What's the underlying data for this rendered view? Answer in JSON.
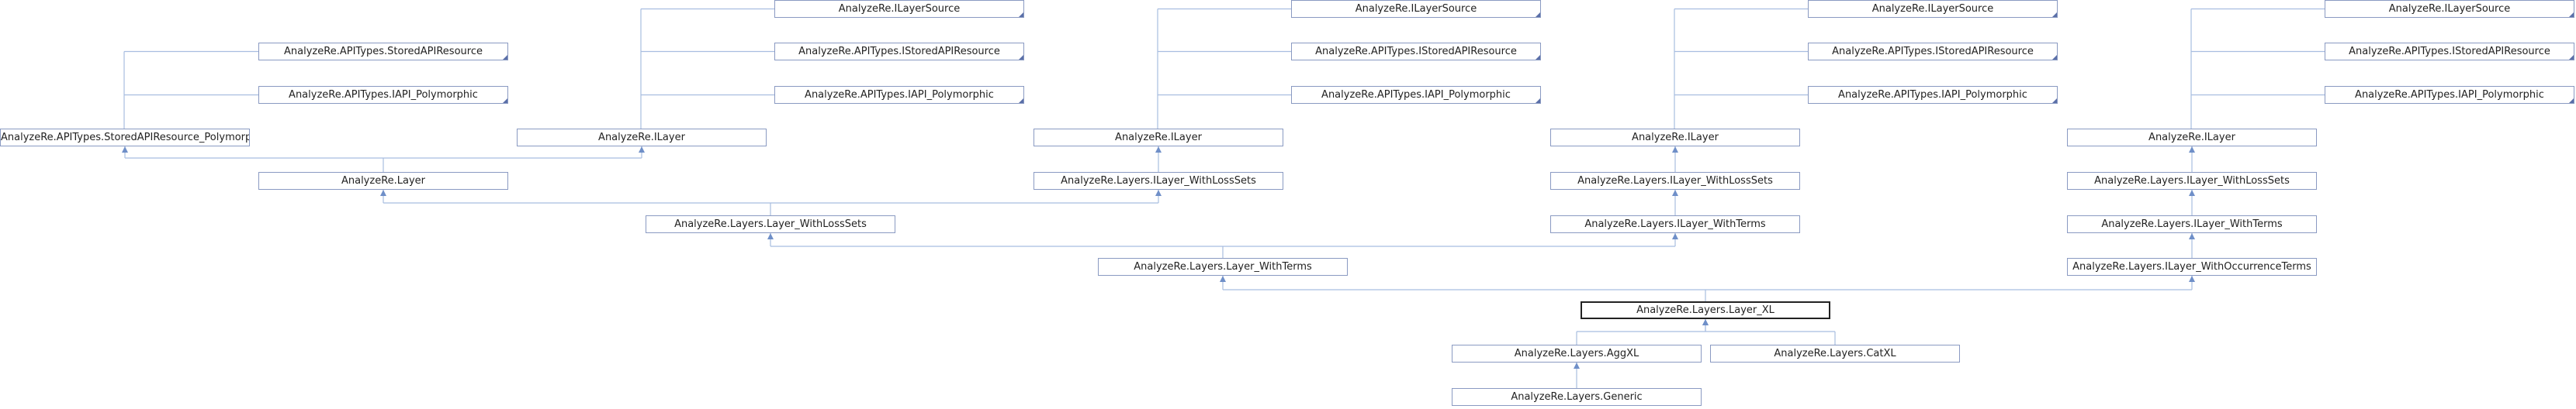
{
  "diagram": {
    "nodes": [
      {
        "id": "l1_srcA",
        "label": "AnalyzeRe.ILayerSource",
        "mark": true
      },
      {
        "id": "l1_storedA",
        "label": "AnalyzeRe.APITypes.IStoredAPIResource",
        "mark": true
      },
      {
        "id": "l1_polyA",
        "label": "AnalyzeRe.APITypes.IAPI_Polymorphic",
        "mark": true
      },
      {
        "id": "l2_srcB",
        "label": "AnalyzeRe.ILayerSource",
        "mark": true
      },
      {
        "id": "l2_storedB",
        "label": "AnalyzeRe.APITypes.IStoredAPIResource",
        "mark": true
      },
      {
        "id": "l2_polyB",
        "label": "AnalyzeRe.APITypes.IAPI_Polymorphic",
        "mark": true
      },
      {
        "id": "l3_srcC",
        "label": "AnalyzeRe.ILayerSource",
        "mark": true
      },
      {
        "id": "l3_storedC",
        "label": "AnalyzeRe.APITypes.IStoredAPIResource",
        "mark": true
      },
      {
        "id": "l3_polyC",
        "label": "AnalyzeRe.APITypes.IAPI_Polymorphic",
        "mark": true
      },
      {
        "id": "l4_srcD",
        "label": "AnalyzeRe.ILayerSource",
        "mark": true
      },
      {
        "id": "l4_storedD",
        "label": "AnalyzeRe.APITypes.IStoredAPIResource",
        "mark": true
      },
      {
        "id": "l4_polyD",
        "label": "AnalyzeRe.APITypes.IAPI_Polymorphic",
        "mark": true
      },
      {
        "id": "storedRes",
        "label": "AnalyzeRe.APITypes.StoredAPIResource",
        "mark": true
      },
      {
        "id": "iapiPoly0",
        "label": "AnalyzeRe.APITypes.IAPI_Polymorphic",
        "mark": true
      },
      {
        "id": "storedResPoly",
        "label": "AnalyzeRe.APITypes.StoredAPIResource_Polymorphic",
        "mark": false
      },
      {
        "id": "ilayer1",
        "label": "AnalyzeRe.ILayer",
        "mark": false
      },
      {
        "id": "ilayer2",
        "label": "AnalyzeRe.ILayer",
        "mark": false
      },
      {
        "id": "ilayer3",
        "label": "AnalyzeRe.ILayer",
        "mark": false
      },
      {
        "id": "ilayer4",
        "label": "AnalyzeRe.ILayer",
        "mark": false
      },
      {
        "id": "layer",
        "label": "AnalyzeRe.Layer",
        "mark": false
      },
      {
        "id": "ilwls1",
        "label": "AnalyzeRe.Layers.ILayer_WithLossSets",
        "mark": false
      },
      {
        "id": "ilwls2",
        "label": "AnalyzeRe.Layers.ILayer_WithLossSets",
        "mark": false
      },
      {
        "id": "ilwls3",
        "label": "AnalyzeRe.Layers.ILayer_WithLossSets",
        "mark": false
      },
      {
        "id": "lwls",
        "label": "AnalyzeRe.Layers.Layer_WithLossSets",
        "mark": false
      },
      {
        "id": "ilwt1",
        "label": "AnalyzeRe.Layers.ILayer_WithTerms",
        "mark": false
      },
      {
        "id": "ilwt2",
        "label": "AnalyzeRe.Layers.ILayer_WithTerms",
        "mark": false
      },
      {
        "id": "lwt",
        "label": "AnalyzeRe.Layers.Layer_WithTerms",
        "mark": false
      },
      {
        "id": "ilwot",
        "label": "AnalyzeRe.Layers.ILayer_WithOccurrenceTerms",
        "mark": false
      },
      {
        "id": "layerxl",
        "label": "AnalyzeRe.Layers.Layer_XL",
        "mark": false,
        "focus": true
      },
      {
        "id": "aggxl",
        "label": "AnalyzeRe.Layers.AggXL",
        "mark": false
      },
      {
        "id": "catxl",
        "label": "AnalyzeRe.Layers.CatXL",
        "mark": false
      },
      {
        "id": "generic",
        "label": "AnalyzeRe.Layers.Generic",
        "mark": false
      }
    ]
  }
}
